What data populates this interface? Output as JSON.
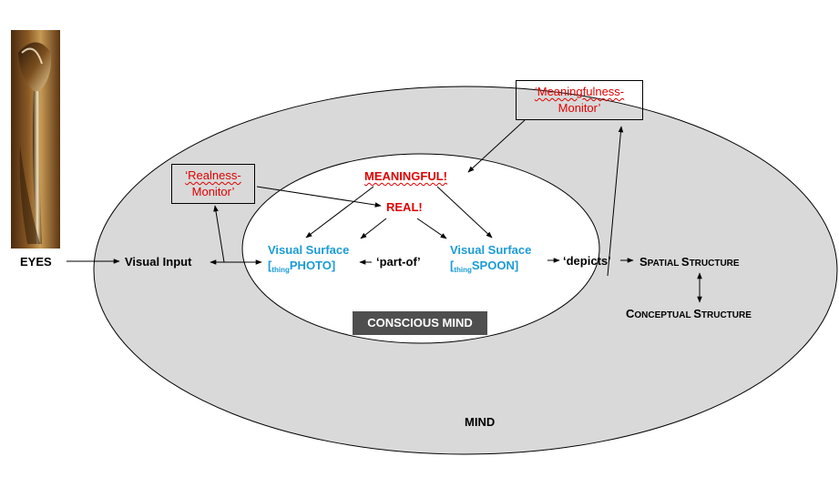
{
  "diagram": {
    "eyes": "EYES",
    "visual_input": "Visual Input",
    "mind": "MIND",
    "conscious_mind": "CONSCIOUS MIND",
    "meaningful": "MEANINGFUL!",
    "real": "REAL!",
    "realness_monitor": [
      "‘Realness-",
      "Monitor’"
    ],
    "meaningfulness_monitor": [
      "‘Meaningfulness-",
      "Monitor’"
    ],
    "visual_surface_photo": {
      "line1": "Visual Surface",
      "open": "[",
      "sub": "thing",
      "word": "PHOTO]"
    },
    "visual_surface_spoon": {
      "line1": "Visual Surface",
      "open": "[",
      "sub": "thing",
      "word": "SPOON]"
    },
    "part_of": "‘part-of’",
    "depicts": "‘depicts’",
    "spatial_structure": {
      "s1": "S",
      "r1": "PATIAL ",
      "s2": "S",
      "r2": "TRUCTURE"
    },
    "conceptual_structure": {
      "s1": "C",
      "r1": "ONCEPTUAL ",
      "s2": "S",
      "r2": "TRUCTURE"
    }
  },
  "colors": {
    "outer_ellipse_fill": "#d9d9d9",
    "red_text": "#e00000",
    "blue_text": "#1a9bd7",
    "conscious_label_bg": "#4f4f4f"
  },
  "image": {
    "subject": "spoon-photo"
  }
}
